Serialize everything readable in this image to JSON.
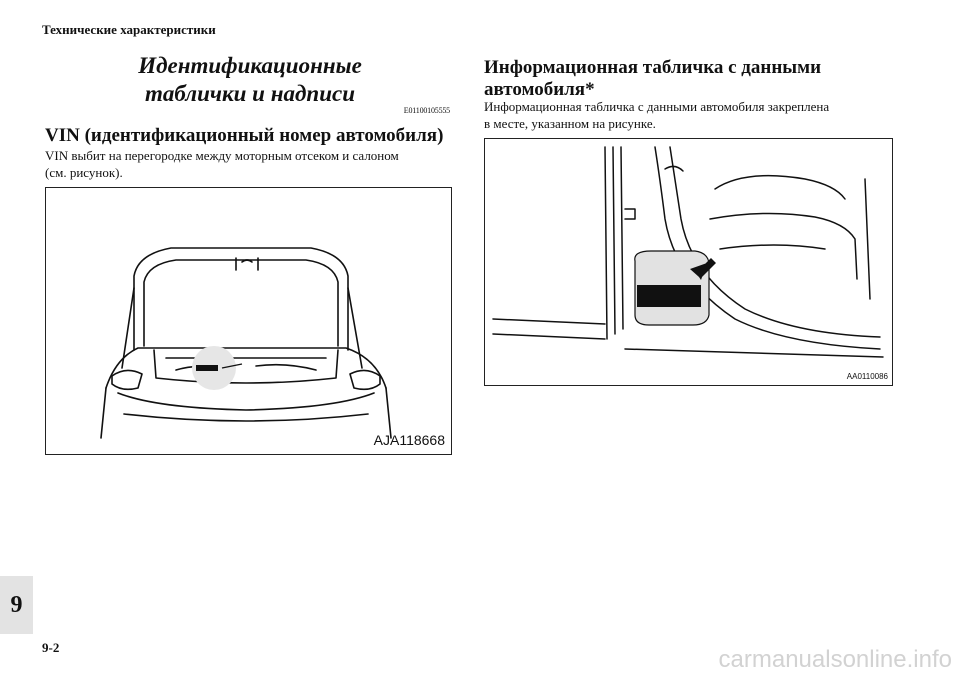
{
  "header": {
    "running_title": "Технические характеристики"
  },
  "section": {
    "title_line1": "Идентификационные",
    "title_line2": "таблички и надписи",
    "code": "E01100105555"
  },
  "vin": {
    "title": "VIN (идентификационный номер автомобиля)",
    "text_line1": "VIN выбит на перегородке между моторным отсеком и салоном",
    "text_line2": "(см. рисунок).",
    "figure_label": "AJA118668"
  },
  "plate": {
    "title_line1": "Информационная табличка с данными",
    "title_line2": "автомобиля*",
    "text_line1": "Информационная табличка с данными автомобиля закреплена",
    "text_line2": "в месте, указанном на рисунке.",
    "figure_label": "AA0110086"
  },
  "footer": {
    "chapter_number": "9",
    "page_number": "9-2"
  },
  "watermark": "carmanualsonline.info"
}
